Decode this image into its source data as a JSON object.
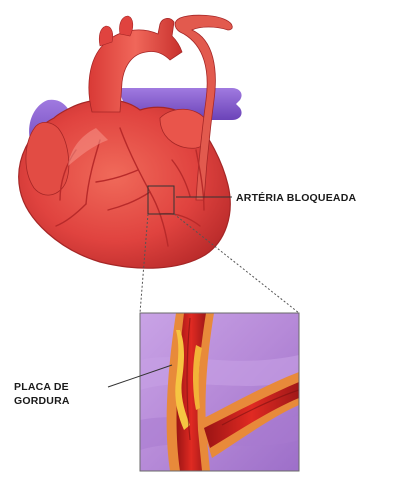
{
  "labels": {
    "blocked_artery": "ARTÉRIA BLOQUEADA",
    "plaque_line1": "PLACA DE",
    "plaque_line2": "GORDURA"
  },
  "colors": {
    "heart_red": "#e0433f",
    "heart_dark": "#b82a2a",
    "vein_purple": "#8a5bd0",
    "inset_bg": "#b68ad8",
    "artery_red": "#cc2020",
    "plaque_orange": "#f0a830"
  }
}
